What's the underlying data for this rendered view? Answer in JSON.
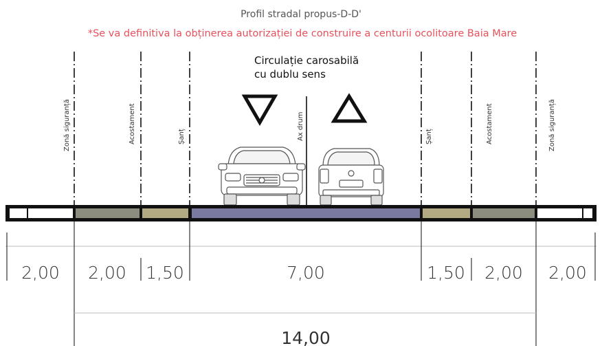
{
  "title": "Profil stradal propus-D-D'",
  "note": "*Se va definitiva la obținerea autorizației de construire a centurii ocolitoare Baia Mare",
  "traffic_label": {
    "line1": "Circulație carosabilă",
    "line2": "cu dublu sens"
  },
  "zones": {
    "safety_left": "Zonă siguranță",
    "shoulder_left": "Acostament",
    "ditch_left": "Șanț",
    "axis": "Ax drum",
    "ditch_right": "Șanț",
    "shoulder_right": "Acostament",
    "safety_right": "Zonă siguranță"
  },
  "dimensions": {
    "safety_left": "2,00",
    "shoulder_left": "2,00",
    "ditch_left": "1,50",
    "carriageway": "7,00",
    "ditch_right": "1,50",
    "shoulder_right": "2,00",
    "safety_right": "2,00",
    "total": "14,00"
  },
  "colors": {
    "shoulder": "#8c8c7f",
    "ditch": "#b3aa83",
    "carriageway": "#7a7aa0",
    "safety": "#ffffff",
    "note": "#e8505b"
  }
}
